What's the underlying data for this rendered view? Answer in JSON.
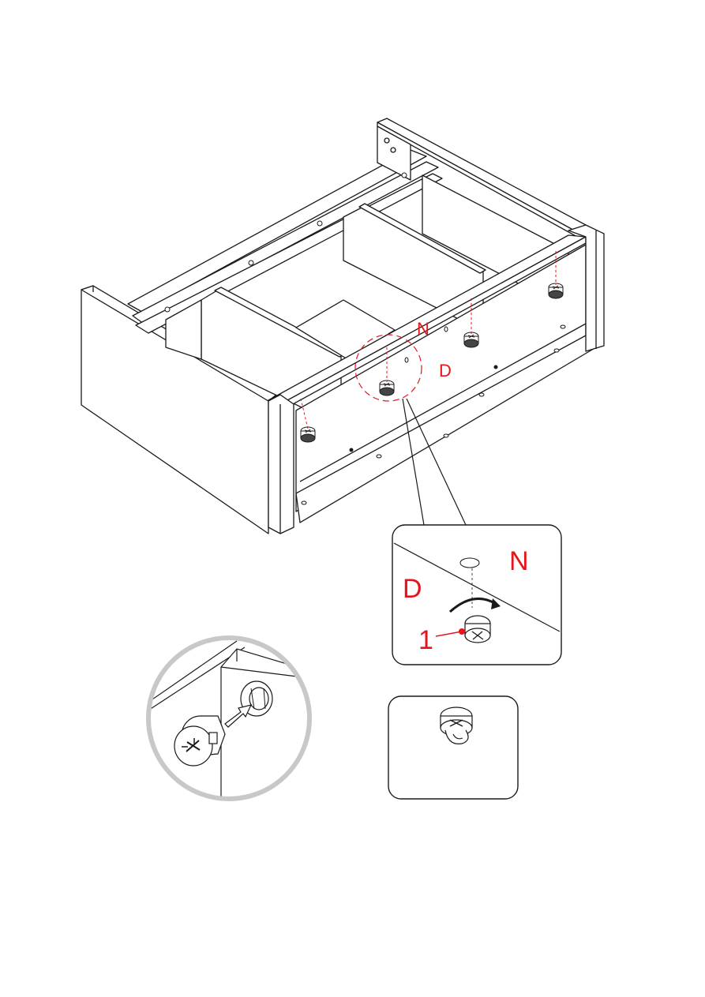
{
  "labels": {
    "main_panel_n": "N",
    "main_panel_d": "D",
    "detail_panel_n": "N",
    "detail_panel_d": "D",
    "detail_part_number": "1"
  },
  "colors": {
    "line": "#1a1a1a",
    "accent": "#e8141c",
    "ring": "#c8c8c8",
    "panel_fill": "#ffffff"
  },
  "icons": {
    "cam_lock": "cam-lock-fitting-icon",
    "rotate": "rotate-arrow-icon",
    "insert": "insert-arrow-icon"
  }
}
